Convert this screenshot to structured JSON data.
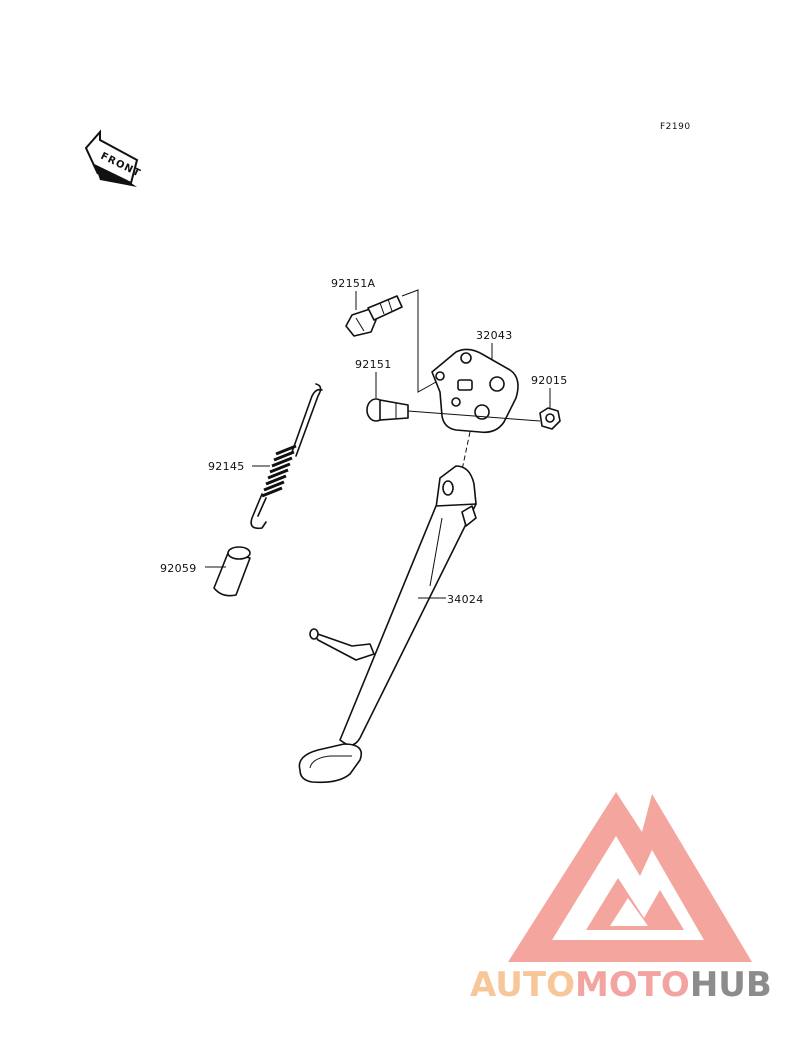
{
  "diagram_code": "F2190",
  "front_label": "FRONT",
  "parts": [
    {
      "number": "92151A"
    },
    {
      "number": "32043"
    },
    {
      "number": "92151"
    },
    {
      "number": "92015"
    },
    {
      "number": "92145"
    },
    {
      "number": "92059"
    },
    {
      "number": "34024"
    }
  ],
  "watermark": {
    "text_auto": "AUTO",
    "text_moto": "MOTO",
    "text_hub": "HUB",
    "colors": {
      "auto": "#f7c79a",
      "moto": "#f2a5a0",
      "hub": "#8c8c8c",
      "logo": "#f29c94"
    }
  }
}
